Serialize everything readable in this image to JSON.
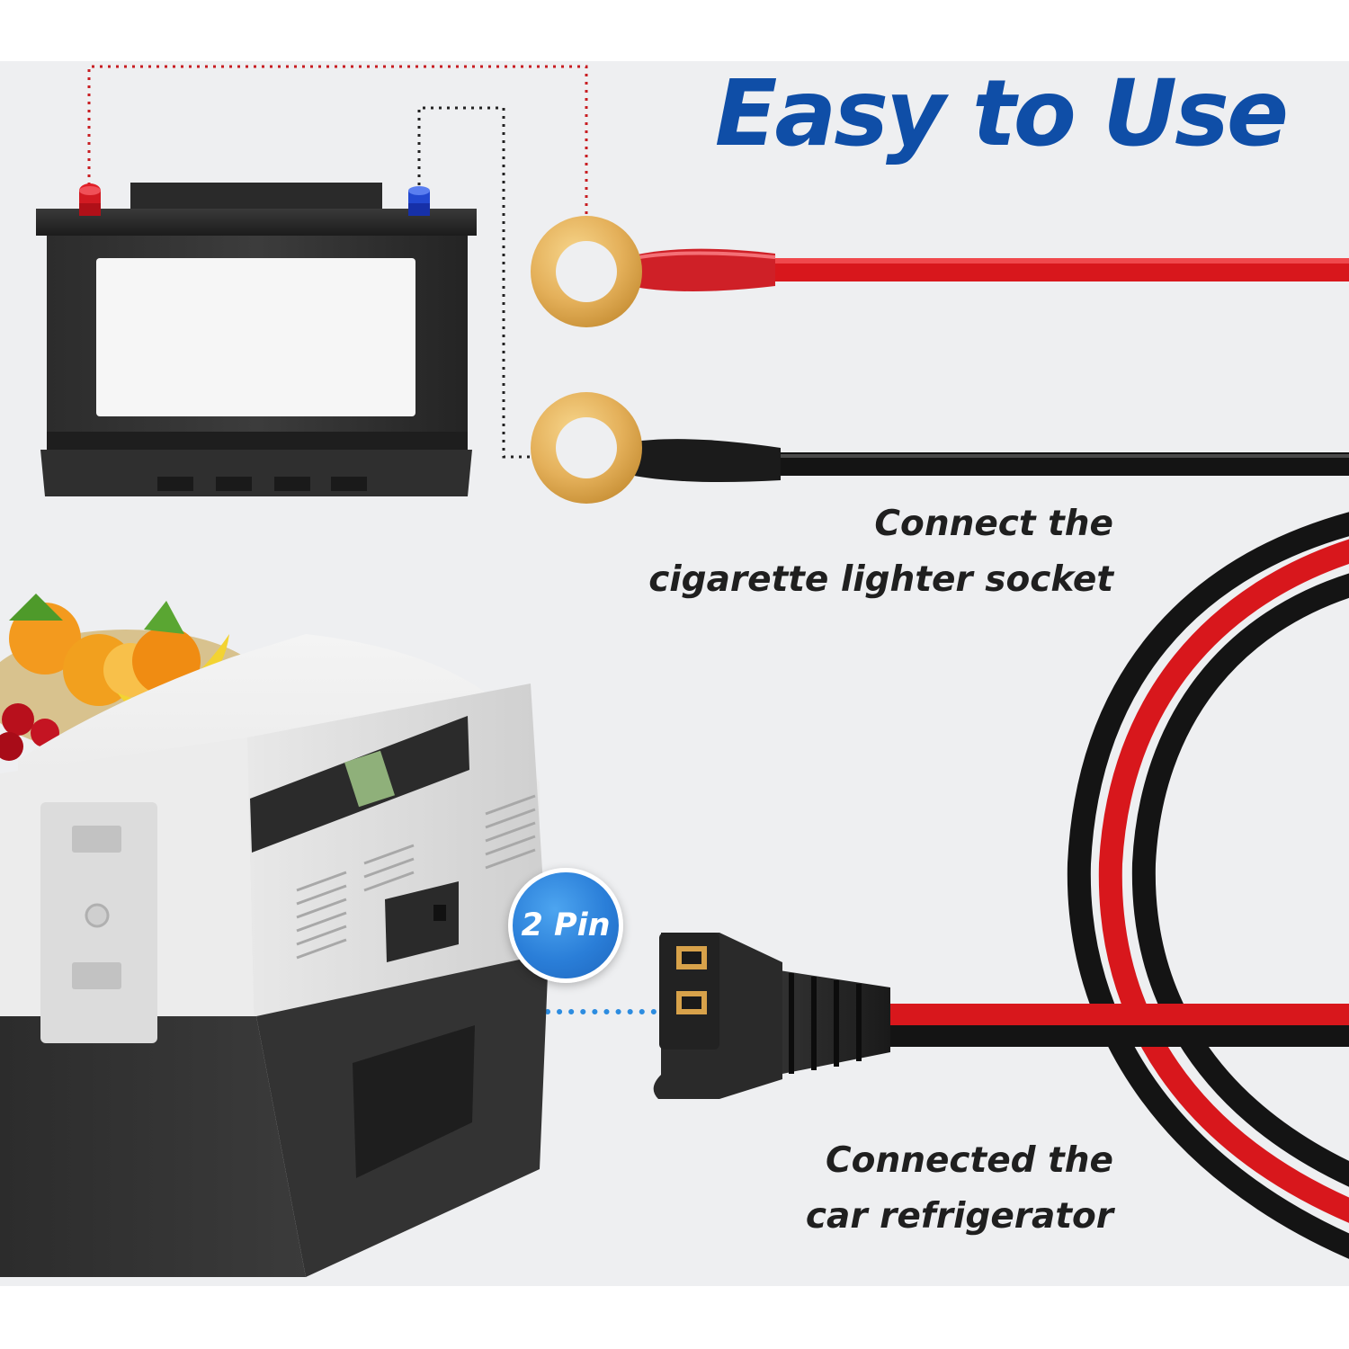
{
  "headline": "Easy to Use",
  "captions": {
    "socket": {
      "line1": "Connect the",
      "line2": "cigarette lighter socket"
    },
    "fridge": {
      "line1": "Connected the",
      "line2": "car refrigerator"
    }
  },
  "badge": {
    "label": "2 Pin"
  },
  "colors": {
    "headline": "#0f4ea7",
    "caption": "#1f1f1f",
    "red_wire": "#d8171c",
    "black_wire": "#141414",
    "badge": "#2a7ed8",
    "ring_terminal": "#e7b65a"
  }
}
